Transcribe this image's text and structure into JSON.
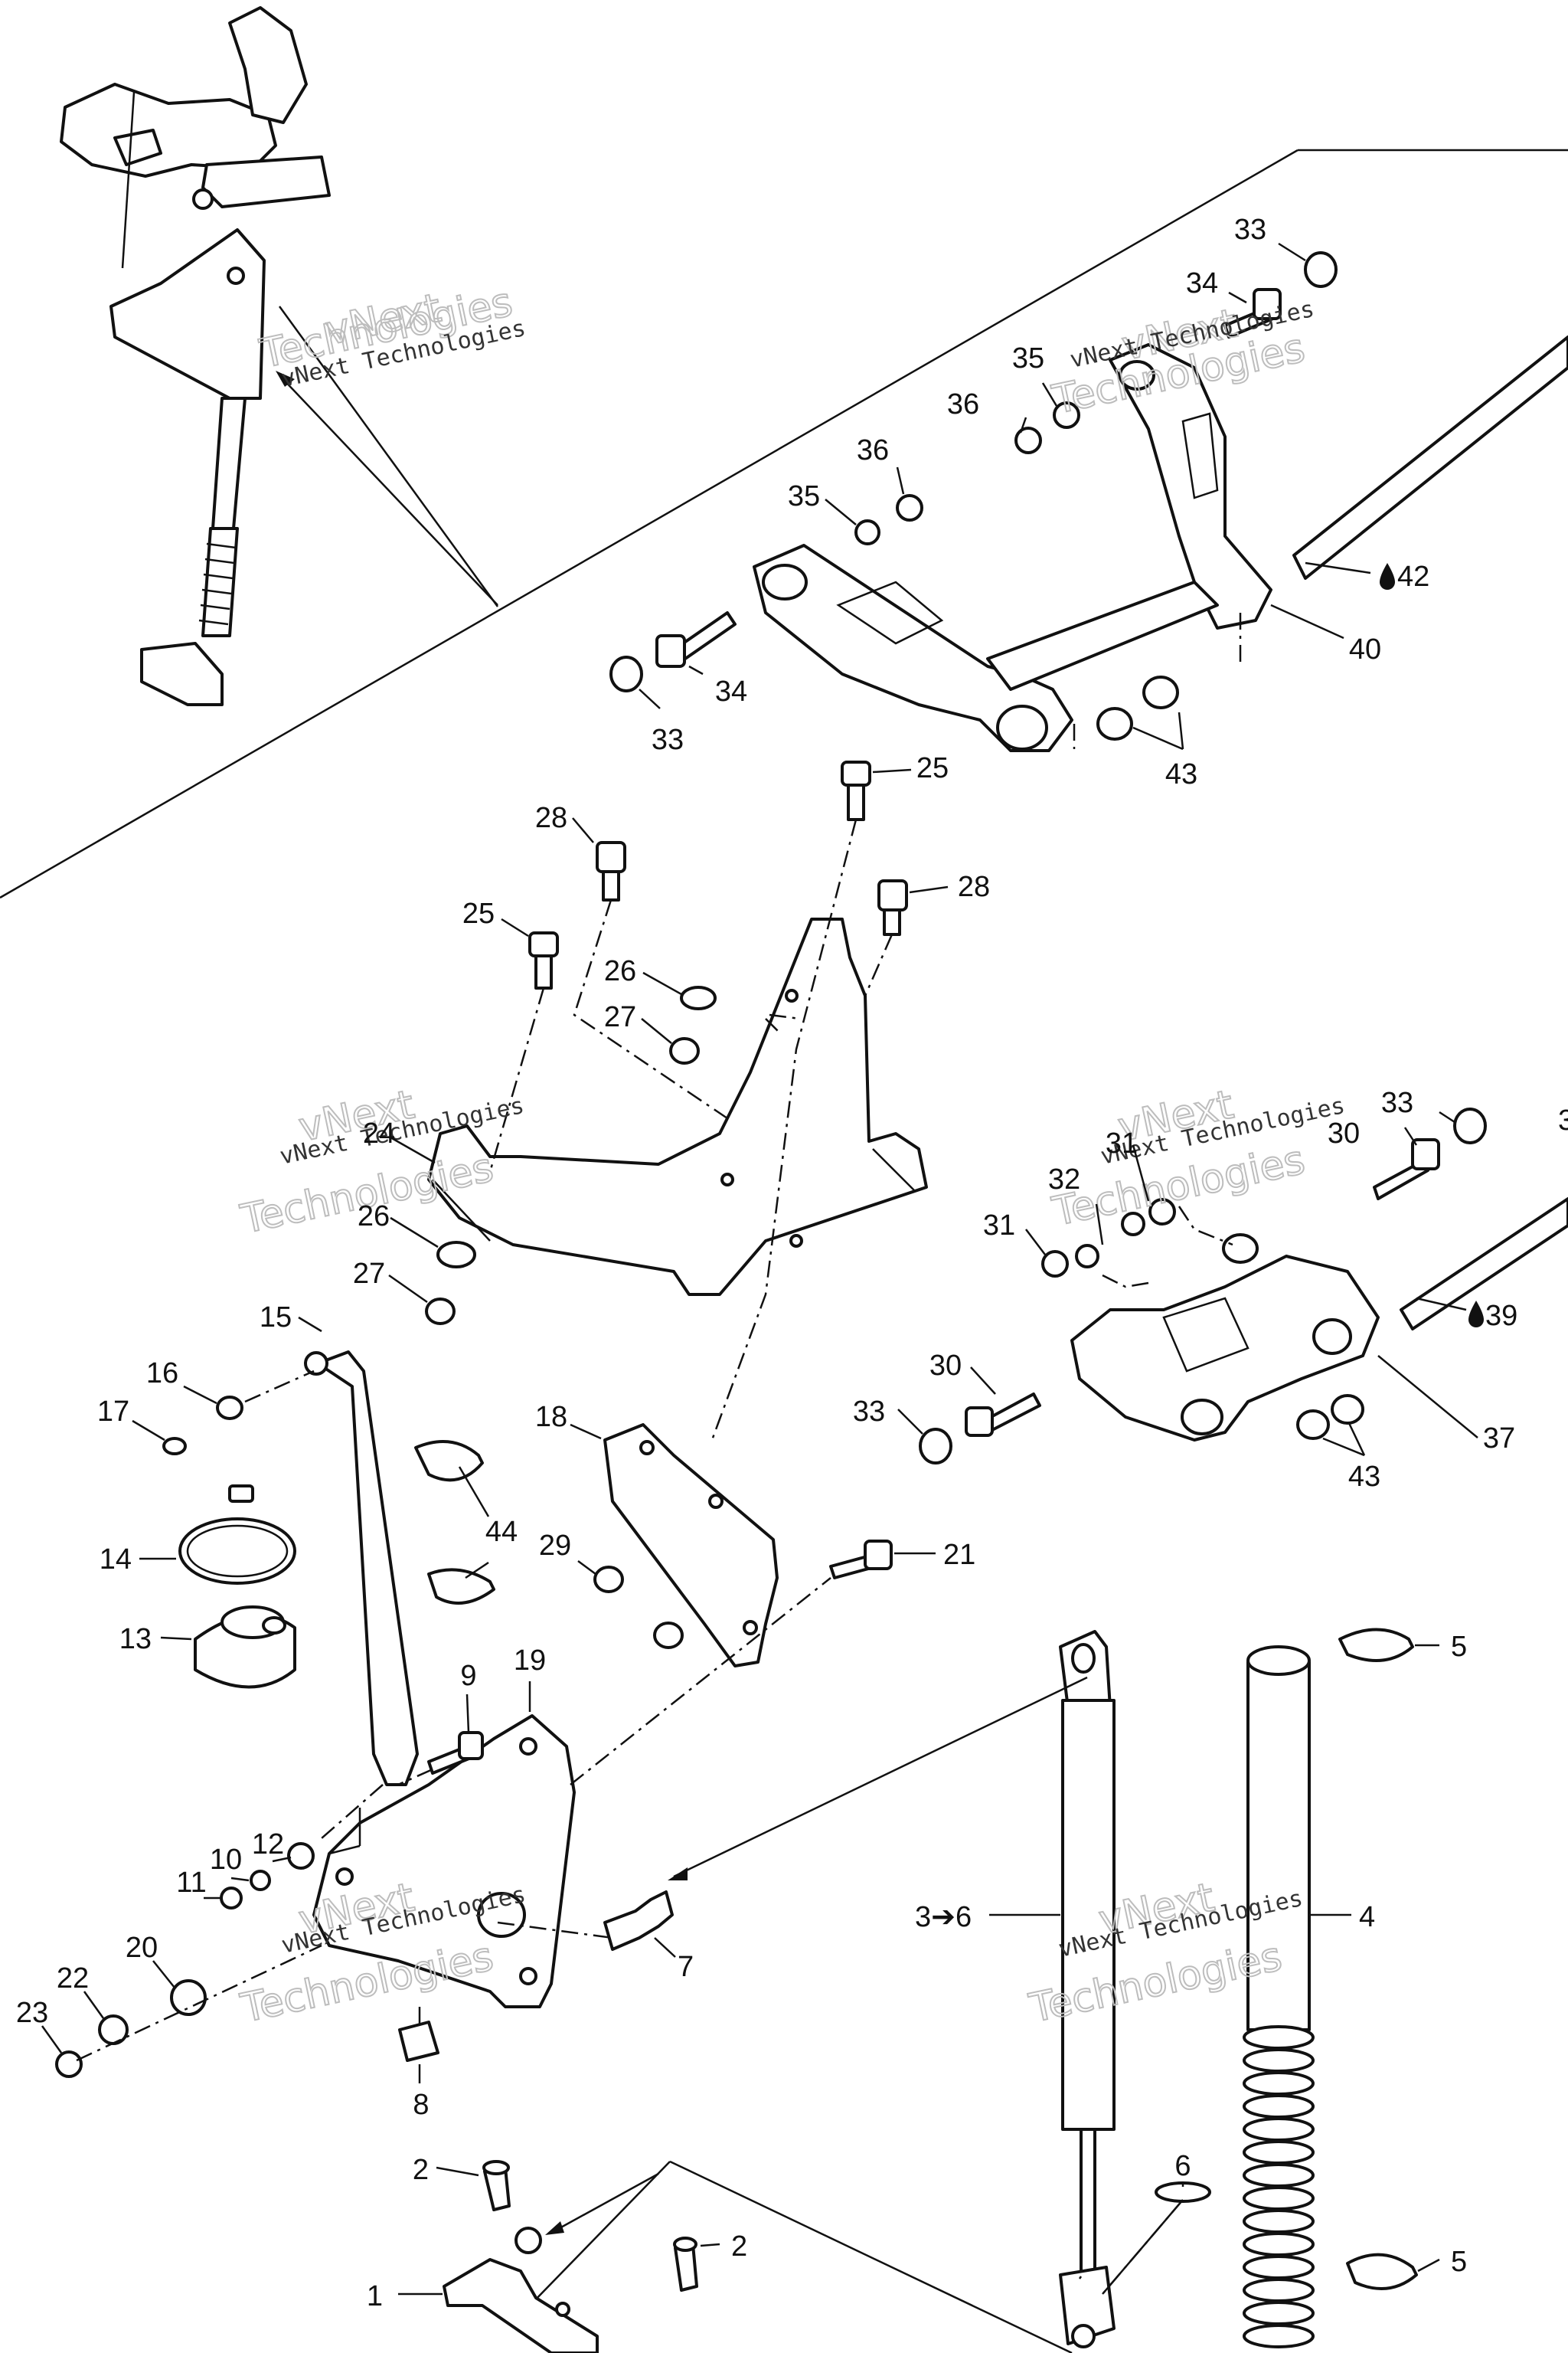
{
  "watermark": {
    "line1": "vNext Technologies",
    "line2": "Technologies",
    "line3": "vNext"
  },
  "callouts": [
    {
      "id": "c1",
      "text": "1"
    },
    {
      "id": "c2a",
      "text": "2"
    },
    {
      "id": "c2b",
      "text": "2"
    },
    {
      "id": "c3",
      "text": "3➔6"
    },
    {
      "id": "c4",
      "text": "4"
    },
    {
      "id": "c5a",
      "text": "5"
    },
    {
      "id": "c5b",
      "text": "5"
    },
    {
      "id": "c6",
      "text": "6"
    },
    {
      "id": "c7",
      "text": "7"
    },
    {
      "id": "c8",
      "text": "8"
    },
    {
      "id": "c9",
      "text": "9"
    },
    {
      "id": "c10",
      "text": "10"
    },
    {
      "id": "c11",
      "text": "11"
    },
    {
      "id": "c12",
      "text": "12"
    },
    {
      "id": "c13",
      "text": "13"
    },
    {
      "id": "c14",
      "text": "14"
    },
    {
      "id": "c15",
      "text": "15"
    },
    {
      "id": "c16",
      "text": "16"
    },
    {
      "id": "c17",
      "text": "17"
    },
    {
      "id": "c18",
      "text": "18"
    },
    {
      "id": "c19",
      "text": "19"
    },
    {
      "id": "c20",
      "text": "20"
    },
    {
      "id": "c21",
      "text": "21"
    },
    {
      "id": "c22",
      "text": "22"
    },
    {
      "id": "c23",
      "text": "23"
    },
    {
      "id": "c24",
      "text": "24"
    },
    {
      "id": "c25a",
      "text": "25"
    },
    {
      "id": "c25b",
      "text": "25"
    },
    {
      "id": "c26a",
      "text": "26"
    },
    {
      "id": "c26b",
      "text": "26"
    },
    {
      "id": "c27a",
      "text": "27"
    },
    {
      "id": "c27b",
      "text": "27"
    },
    {
      "id": "c28a",
      "text": "28"
    },
    {
      "id": "c28b",
      "text": "28"
    },
    {
      "id": "c29",
      "text": "29"
    },
    {
      "id": "c30a",
      "text": "30"
    },
    {
      "id": "c30b",
      "text": "30"
    },
    {
      "id": "c31a",
      "text": "31"
    },
    {
      "id": "c31b",
      "text": "31"
    },
    {
      "id": "c32",
      "text": "32"
    },
    {
      "id": "c33a",
      "text": "33"
    },
    {
      "id": "c33b",
      "text": "33"
    },
    {
      "id": "c33c",
      "text": "33"
    },
    {
      "id": "c33d",
      "text": "33"
    },
    {
      "id": "c34a",
      "text": "34"
    },
    {
      "id": "c34b",
      "text": "34"
    },
    {
      "id": "c35a",
      "text": "35"
    },
    {
      "id": "c35b",
      "text": "35"
    },
    {
      "id": "c36a",
      "text": "36"
    },
    {
      "id": "c36b",
      "text": "36"
    },
    {
      "id": "c37",
      "text": "37"
    },
    {
      "id": "c39",
      "text": "39"
    },
    {
      "id": "c40",
      "text": "40"
    },
    {
      "id": "c42",
      "text": "42"
    },
    {
      "id": "c43a",
      "text": "43"
    },
    {
      "id": "c43b",
      "text": "43"
    },
    {
      "id": "c44",
      "text": "44"
    }
  ]
}
